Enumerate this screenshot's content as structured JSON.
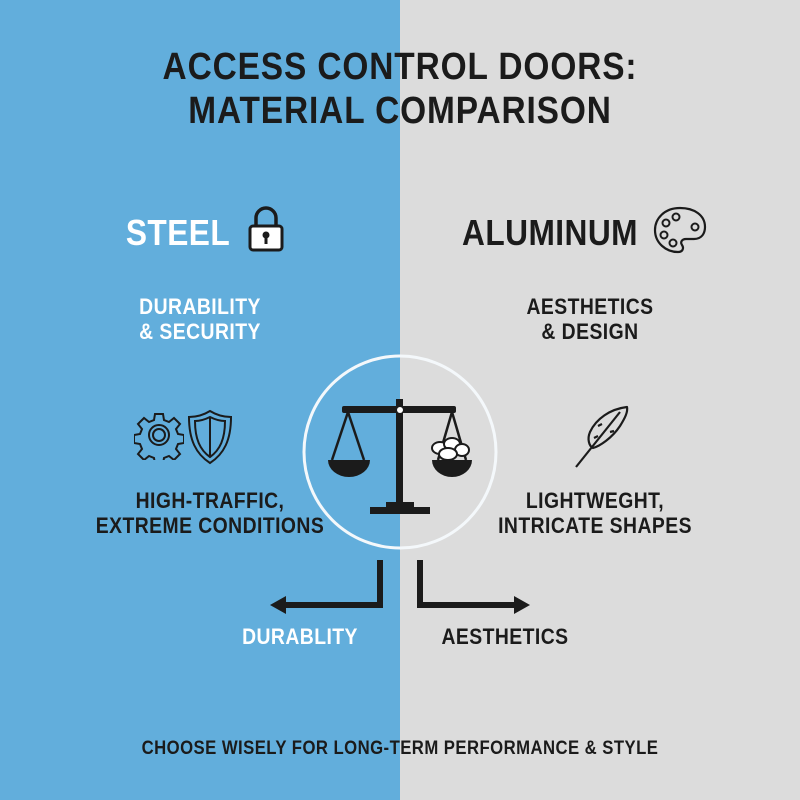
{
  "title": {
    "line1": "ACCESS CONTROL DOORS:",
    "line2": "MATERIAL COMPARISON"
  },
  "left": {
    "heading": "STEEL",
    "heading_icon": "padlock-icon",
    "subtitle_line1": "DURABILITY",
    "subtitle_line2": "& SECURITY",
    "feature_icons": [
      "gear-icon",
      "shield-icon"
    ],
    "caption_line1": "HIGH-TRAFFIC,",
    "caption_line2": "EXTREME CONDITIONS",
    "arrow_label": "DURABLITY"
  },
  "right": {
    "heading": "ALUMINUM",
    "heading_icon": "palette-icon",
    "subtitle_line1": "AESTHETICS",
    "subtitle_line2": "& DESIGN",
    "feature_icons": [
      "feather-icon"
    ],
    "caption_line1": "LIGHTWEGHT,",
    "caption_line2": "INTRICATE SHAPES",
    "arrow_label": "AESTHETICS"
  },
  "center": {
    "icon": "balance-scale-icon"
  },
  "footer": "CHOOSE WISELY FOR LONG-TERM PERFORMANCE & STYLE",
  "colors": {
    "left_bg": "#62aedc",
    "right_bg": "#dcdcdc",
    "dark": "#1b1b1b",
    "light": "#ffffff"
  }
}
